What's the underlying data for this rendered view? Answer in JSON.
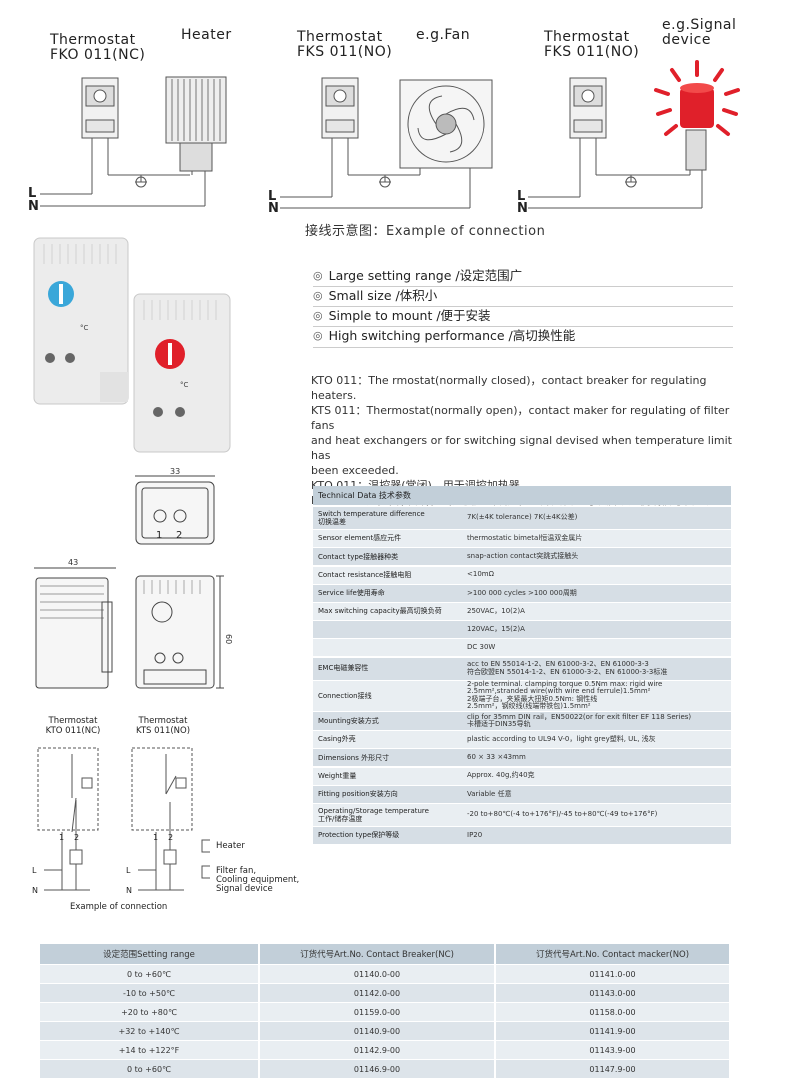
{
  "wiring": {
    "left": {
      "title_line1": "Thermostat",
      "title_line2": "FKO 011(NC)",
      "device": "Heater"
    },
    "middle": {
      "title_line1": "Thermostat",
      "title_line2": "FKS 011(NO)",
      "device": "e.g.Fan"
    },
    "right": {
      "title_line1": "Thermostat",
      "title_line2": "FKS 011(NO)",
      "device_line1": "e.g.Signal",
      "device_line2": "device"
    },
    "L": "L",
    "N": "N",
    "caption": "接线示意图：Example of connection"
  },
  "product": {
    "unit": "°C"
  },
  "features": [
    "Large setting range /设定范围广",
    "Small size /体积小",
    "Simple to mount /便于安装",
    "High switching performance /高切换性能"
  ],
  "description": [
    "KTO 011：The rmostat(normally closed)，contact breaker for regulating heaters.",
    "KTS 011：Thermostat(normally open)，contact maker for regulating of filter fans",
    "and heat exchangers or for switching signal devised when temperature limit has",
    "been exceeded.",
    "KTO 011：温控器(常闭)，用于调控加热器。",
    "KTS 011：温控器(常开)，当温度超出设定值时开关装置可以启动风机或信号装置。"
  ],
  "dimensions": {
    "w": "33",
    "d": "43",
    "h": "60",
    "t1": "1",
    "t2": "2"
  },
  "schematic": {
    "left_title1": "Thermostat",
    "left_title2": "KTO 011(NC)",
    "right_title1": "Thermostat",
    "right_title2": "KTS 011(NO)",
    "t1": "1",
    "t2": "2",
    "L": "L",
    "N": "N",
    "heater": "Heater",
    "fan1": "Filter fan,",
    "fan2": "Cooling equipment,",
    "fan3": "Signal device",
    "caption": "Example of connection"
  },
  "tech_table": {
    "title": "Technical Data 技术参数",
    "rows": [
      {
        "label": "Switch temperature difference\n切换温差",
        "value": "7K(±4K tolerance)  7K(±4K公差)"
      },
      {
        "label": "Sensor element感应元件",
        "value": "thermostatic bimetal恒温双金属片"
      },
      {
        "label": "Contact type接触器种类",
        "value": "snap-action contact突跳式接触头"
      },
      {
        "label": "Contact resistance接触电阻",
        "value": "<10mΩ"
      },
      {
        "label": "Service life使用寿命",
        "value": ">100 000 cycles    >100 000周期"
      },
      {
        "label": "Max switching capacity最高切换负荷",
        "value": "250VAC，10(2)A"
      },
      {
        "label": "",
        "value": "120VAC，15(2)A"
      },
      {
        "label": "",
        "value": "DC 30W"
      },
      {
        "label": "EMC电磁兼容性",
        "value": "acc to EN 55014-1-2、EN 61000-3-2、EN 61000-3-3\n符合欧盟EN 55014-1-2、EN 61000-3-2、EN 61000-3-3标准"
      },
      {
        "label": "Connection接线",
        "value": "2-pole terminal. clamping torque 0.5Nm max: rigid wire\n2.5mm²,stranded wire(with wire end ferrule)1.5mm²\n2极端子台，夹紧最大扭矩0.5Nm: 钢性线\n2.5mm²，钢绞线(线端带铁包)1.5mm²"
      },
      {
        "label": "Mounting安装方式",
        "value": "clip for 35mm DIN rail，EN50022(or for exit filter EF 118 Series)\n卡槽适于DIN35导轨"
      },
      {
        "label": "Casing外壳",
        "value": "plastic according to UL94 V-0，light grey塑料, UL, 浅灰"
      },
      {
        "label": "Dimensions 外形尺寸",
        "value": "60 × 33 ×43mm"
      },
      {
        "label": "Weight重量",
        "value": "Approx. 40g,约40克"
      },
      {
        "label": "Fitting position安装方向",
        "value": "Variable 任意"
      },
      {
        "label": "Operating/Storage temperature\n工作/储存温度",
        "value": "-20 to+80℃(-4 to+176°F)/-45 to+80℃(-49 to+176°F)"
      },
      {
        "label": "Protection type保护等级",
        "value": "IP20"
      }
    ]
  },
  "order_table": {
    "headers": [
      "设定范围Setting range",
      "订货代号Art.No. Contact Breaker(NC)",
      "订货代号Art.No. Contact macker(NO)"
    ],
    "rows": [
      [
        "0 to +60℃",
        "01140.0-00",
        "01141.0-00"
      ],
      [
        "-10 to +50℃",
        "01142.0-00",
        "01143.0-00"
      ],
      [
        "+20 to +80℃",
        "01159.0-00",
        "01158.0-00"
      ],
      [
        "+32 to +140℃",
        "01140.9-00",
        "01141.9-00"
      ],
      [
        "+14 to +122°F",
        "01142.9-00",
        "01143.9-00"
      ],
      [
        "0 to +60℃",
        "01146.9-00",
        "01147.9-00"
      ]
    ]
  },
  "colors": {
    "header": "#c2cfd9",
    "row_dark": "#d6dee5",
    "row_light": "#e9eef2",
    "blue_dial": "#3aa7d9",
    "red_dial": "#e0202a"
  }
}
